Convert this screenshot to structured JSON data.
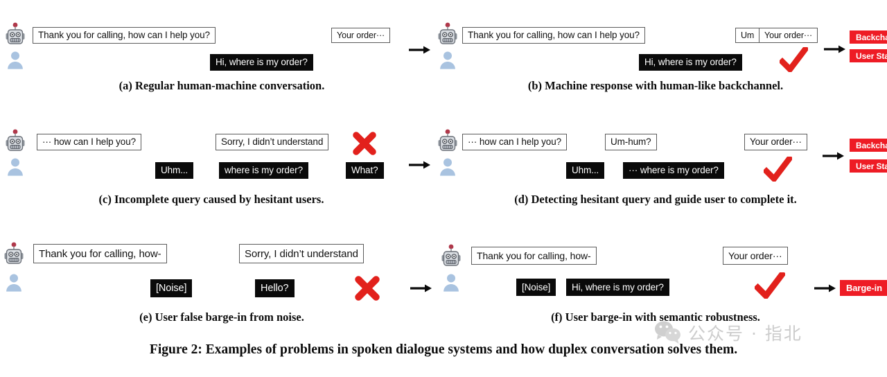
{
  "figure": {
    "caption": "Figure 2: Examples of problems in spoken dialogue systems and how duplex conversation solves them."
  },
  "icons": {
    "robot": "robot-avatar-icon",
    "user": "user-avatar-icon",
    "arrow": "right-arrow-icon",
    "check": "red-check-icon",
    "cross": "red-cross-icon",
    "wechat": "wechat-logo-icon"
  },
  "colors": {
    "red_tag": "#ee1c25",
    "check_red": "#e2211c",
    "cross_red": "#e2211c",
    "user_bubble_bg": "#0a0a0a",
    "machine_bubble_border": "#5b5b5b",
    "watermark_gray": "#b9b9b9"
  },
  "panels": [
    {
      "id": "a",
      "caption": "(a) Regular human-machine conversation.",
      "machine_bubbles": [
        "Thank you for calling, how can I help you?",
        "Your order···"
      ],
      "user_bubbles": [
        "Hi, where is my order?"
      ],
      "tags": [],
      "marks": []
    },
    {
      "id": "b",
      "caption": "(b) Machine response with human-like backchannel.",
      "machine_bubbles": [
        "Thank you for calling, how can I help you?",
        "Um",
        "Your order···"
      ],
      "user_bubbles": [
        "Hi, where is my order?"
      ],
      "tags": [
        "Backchannel",
        "User State"
      ],
      "marks": [
        "check"
      ]
    },
    {
      "id": "c",
      "caption": "(c) Incomplete query caused by hesitant users.",
      "machine_bubbles": [
        "··· how can I help you?",
        "Sorry, I didn’t understand"
      ],
      "user_bubbles": [
        "Uhm...",
        "where is my order?",
        "What?"
      ],
      "tags": [],
      "marks": [
        "cross"
      ]
    },
    {
      "id": "d",
      "caption": "(d) Detecting hesitant query and guide user to complete it.",
      "machine_bubbles": [
        "··· how can I help you?",
        "Um-hum?",
        "Your order···"
      ],
      "user_bubbles": [
        "Uhm...",
        "··· where is my order?"
      ],
      "tags": [
        "Backchannel",
        "User State"
      ],
      "marks": [
        "check"
      ]
    },
    {
      "id": "e",
      "caption": "(e) User false barge-in from noise.",
      "machine_bubbles": [
        "Thank you for calling, how-",
        "Sorry, I didn’t understand"
      ],
      "user_bubbles": [
        "[Noise]",
        "Hello?"
      ],
      "tags": [],
      "marks": [
        "cross"
      ]
    },
    {
      "id": "f",
      "caption": "(f) User barge-in with semantic robustness.",
      "machine_bubbles": [
        "Thank you for calling, how-",
        "Your order···"
      ],
      "user_bubbles": [
        "[Noise]",
        "Hi, where is my order?"
      ],
      "tags": [
        "Barge-in"
      ],
      "marks": [
        "check"
      ]
    }
  ],
  "watermark": {
    "text": "公众号 · 指北"
  }
}
